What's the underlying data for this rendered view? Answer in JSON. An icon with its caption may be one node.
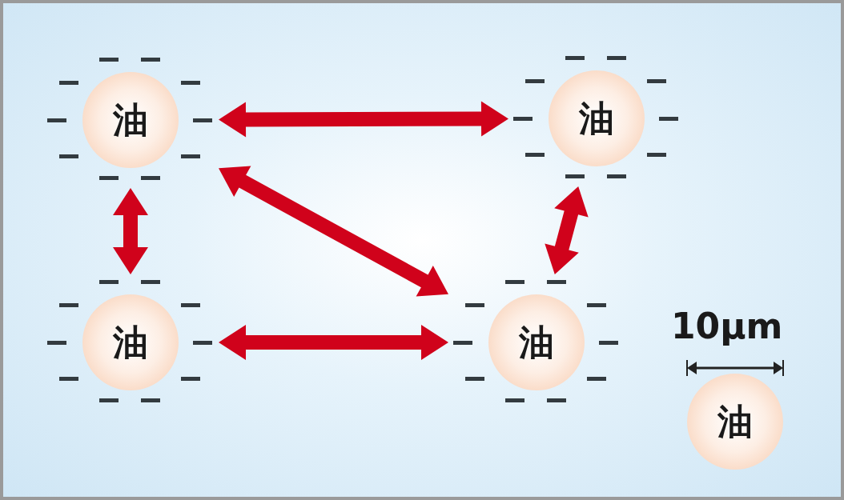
{
  "diagram": {
    "nodes": [
      {
        "text": [
          "油"
        ]
      },
      {
        "text": [
          "油"
        ]
      },
      {
        "text": [
          "油"
        ]
      },
      {
        "text": [
          "油"
        ]
      },
      {
        "text": [
          "油"
        ]
      }
    ],
    "edges": [
      {
        "from": 0,
        "to": 1,
        "arrow": "both"
      },
      {
        "from": 0,
        "to": 2,
        "arrow": "both"
      },
      {
        "from": 0,
        "to": 3,
        "arrow": "both"
      },
      {
        "from": 1,
        "to": 3,
        "arrow": "both"
      },
      {
        "from": 2,
        "to": 3,
        "arrow": "both"
      }
    ],
    "labels": [
      "10μm"
    ]
  }
}
